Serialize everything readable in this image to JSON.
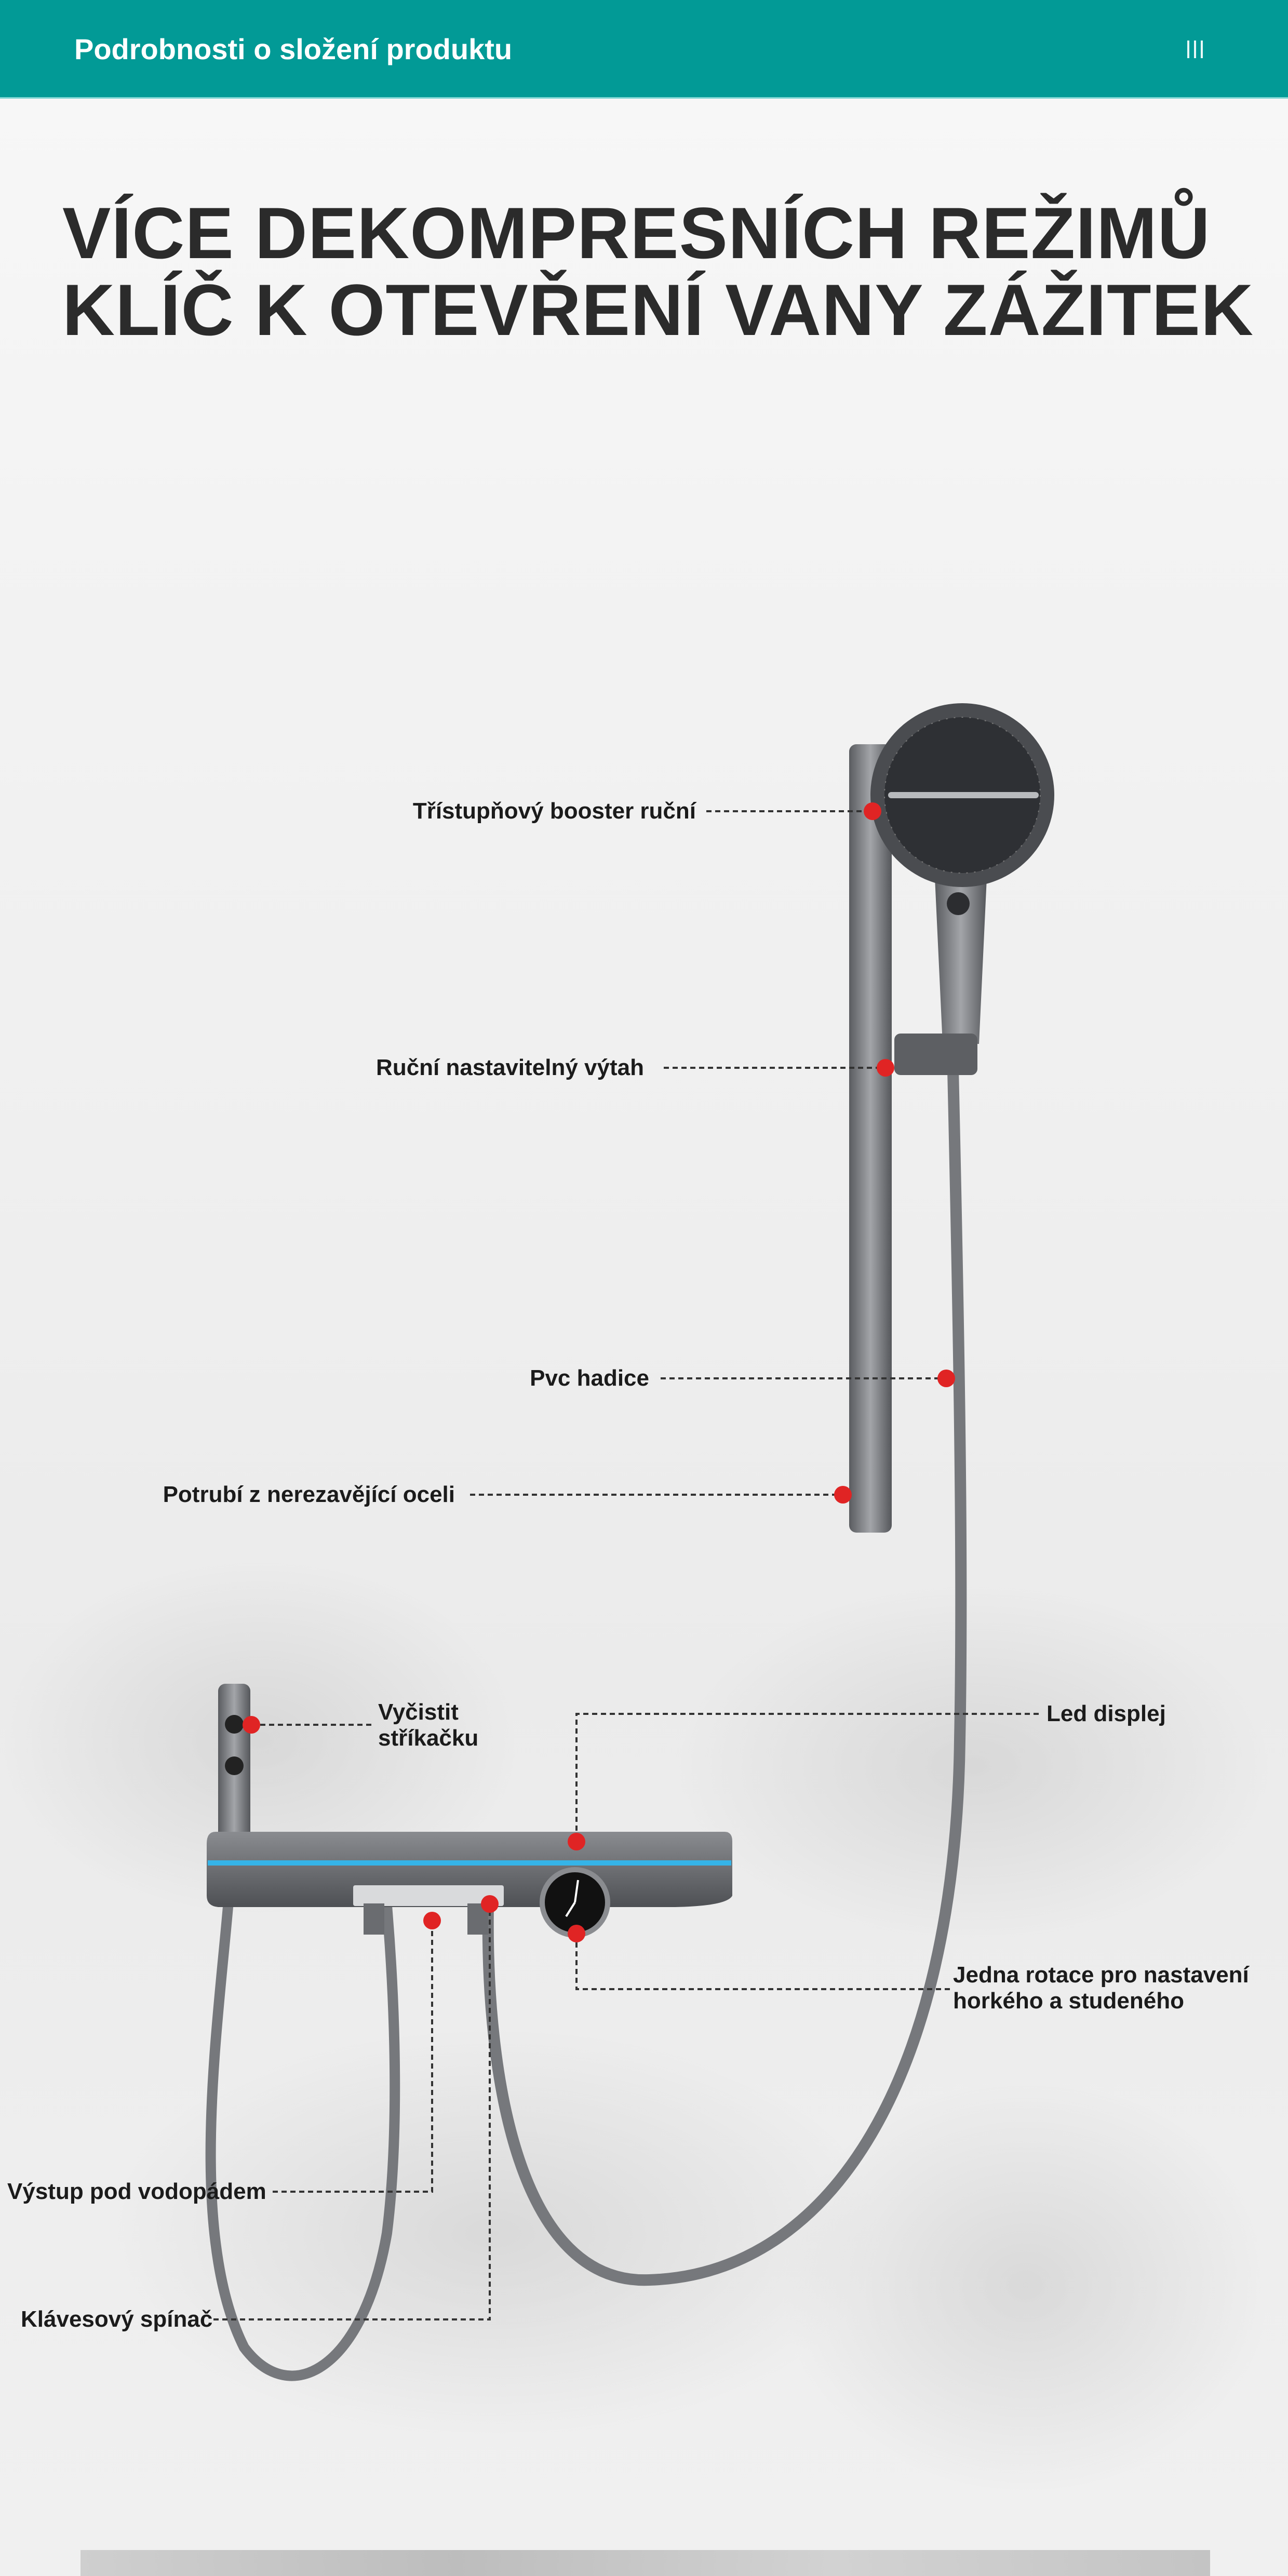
{
  "header": {
    "title": "Podrobnosti o složení produktu",
    "menu_icon": "menu-bars-icon"
  },
  "headline": {
    "line1": "VÍCE DEKOMPRESNÍCH REŽIMŮ",
    "line2": "KLÍČ K OTEVŘENÍ VANY ZÁŽITEK"
  },
  "labels": {
    "booster": "Třístupňový booster ruční",
    "lift": "Ruční nastavitelný výtah",
    "hose": "Pvc hadice",
    "pipe": "Potrubí z nerezavějící oceli",
    "spray_line1": "Vyčistit",
    "spray_line2": "stříkačku",
    "led": "Led displej",
    "rotation_line1": "Jedna rotace pro nastavení",
    "rotation_line2": "horkého a studeného",
    "waterfall": "Výstup pod vodopádem",
    "key_switch": "Klávesový spínač"
  },
  "colors": {
    "header": "#029a96",
    "marker": "#e02424",
    "led": "#35b4e8"
  }
}
